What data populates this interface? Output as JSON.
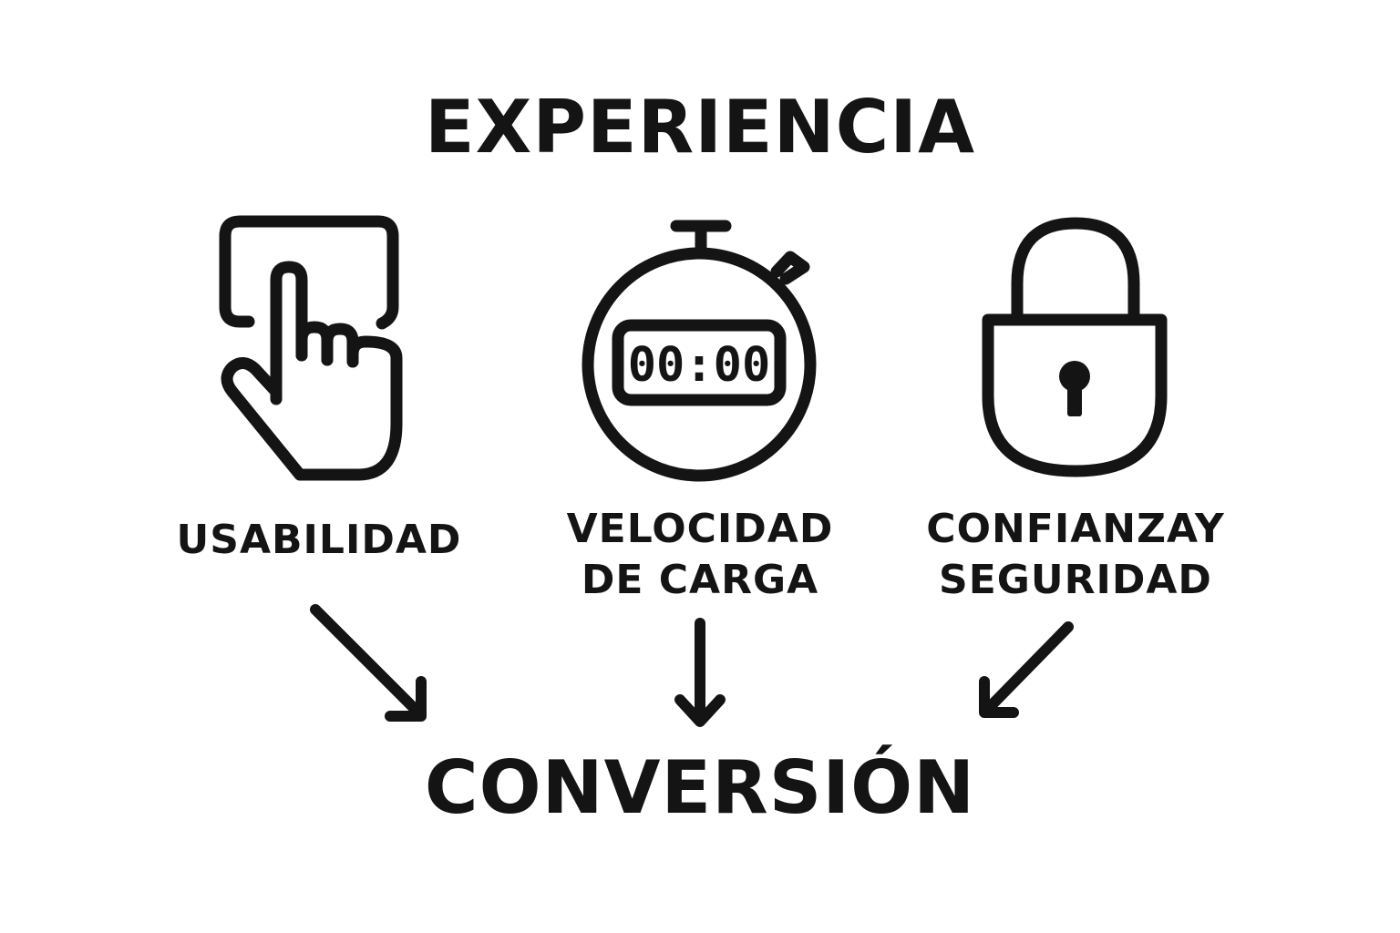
{
  "header": {
    "title": "EXPERIENCIA"
  },
  "pillars": [
    {
      "lines": [
        "USABILIDAD"
      ],
      "icon": "pointing-hand-icon"
    },
    {
      "lines": [
        "VELOCIDAD",
        "DE CARGA"
      ],
      "icon": "stopwatch-icon",
      "timer_display": "00:00"
    },
    {
      "lines": [
        "CONFIANZAY",
        "SEGURIDAD"
      ],
      "icon": "padlock-icon"
    }
  ],
  "footer": {
    "title": "CONVERSIÓN"
  },
  "colors": {
    "ink": "#141414",
    "background": "#ffffff"
  }
}
